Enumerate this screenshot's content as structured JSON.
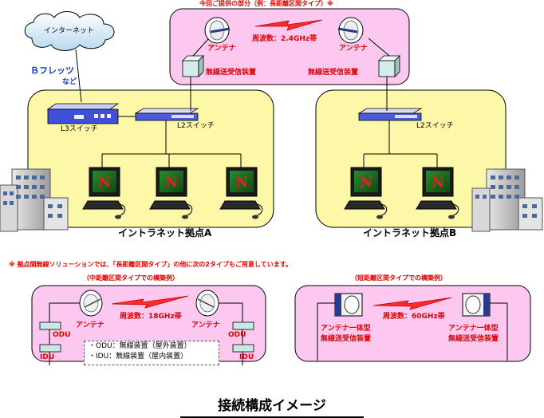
{
  "diagram": {
    "top_banner": "今回ご提供の部分（例：長距離区間タイプ）※",
    "freq_24": "周波数：2.4GHz帯",
    "antenna": "アンテナ",
    "wireless_device": "無線送受信装置",
    "internet": "インターネット",
    "b_flets": "Ｂフレッツ",
    "etc": "など",
    "l3_switch": "L3スイッチ",
    "l2_switch": "L2スイッチ",
    "base_a": "イントラネット拠点A",
    "base_b": "イントラネット拠点B",
    "note": "※ 拠点間無線ソリューションでは、「長距離区間タイプ」の他に次の2タイプもご用意しています。",
    "mid_title": "（中距離区間タイプでの構築例）",
    "short_title": "（短距離区間タイプでの構築例）",
    "freq_18": "周波数：18GHz帯",
    "freq_60": "周波数：60GHz帯",
    "odu": "ODU",
    "idu": "IDU",
    "legend_odu": "・ODU：無線装置（屋外装置）",
    "legend_idu": "・IDU：無線装置（屋内装置）",
    "integrated_antenna": "アンテナ一体型",
    "bottom_title": "接続構成イメージ"
  },
  "colors": {
    "yellow_zone": "#fdf8a8",
    "pink_zone": "#fcc8f0",
    "red_accent": "#e00000",
    "line": "#000000"
  }
}
